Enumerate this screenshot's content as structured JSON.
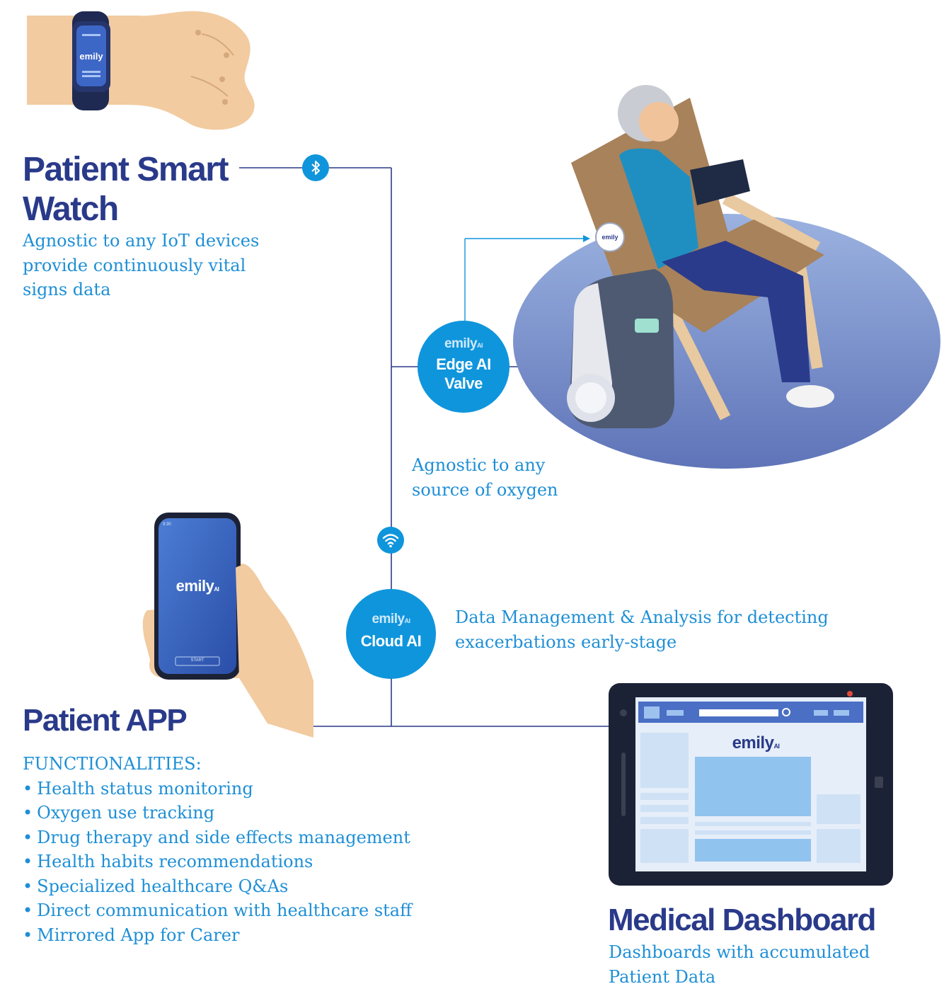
{
  "colors": {
    "heading": "#2a3a8a",
    "body_text": "#1e8fd6",
    "node_fill": "#0f95dc",
    "connector": "#2a3a8a",
    "floor": "#7f94cc"
  },
  "brand": {
    "logo": "emily",
    "logo_suffix": "AI"
  },
  "watch": {
    "title_line1": "Patient Smart",
    "title_line2": "Watch",
    "description": [
      "Agnostic to any IoT devices",
      "provide continuously vital",
      "signs data"
    ],
    "connection_icon": "bluetooth-icon"
  },
  "edge_node": {
    "line1": "Edge AI",
    "line2": "Valve"
  },
  "oxygen_note": [
    "Agnostic to any",
    "source of oxygen"
  ],
  "cloud_node": {
    "line1": "Cloud AI"
  },
  "cloud_note": [
    "Data Management & Analysis for detecting",
    "exacerbations early-stage"
  ],
  "network_icon": "wifi-icon",
  "app": {
    "title": "Patient APP",
    "functionalities_label": "FUNCTIONALITIES:",
    "items": [
      "Health status monitoring",
      "Oxygen use tracking",
      "Drug therapy and side effects management",
      "Health habits recommendations",
      "Specialized healthcare Q&As",
      "Direct communication with healthcare staff",
      "Mirrored App for Carer"
    ],
    "phone_time": "9:30",
    "phone_button": "START"
  },
  "dashboard": {
    "title": "Medical Dashboard",
    "description": [
      "Dashboards with accumulated",
      "Patient Data"
    ]
  }
}
